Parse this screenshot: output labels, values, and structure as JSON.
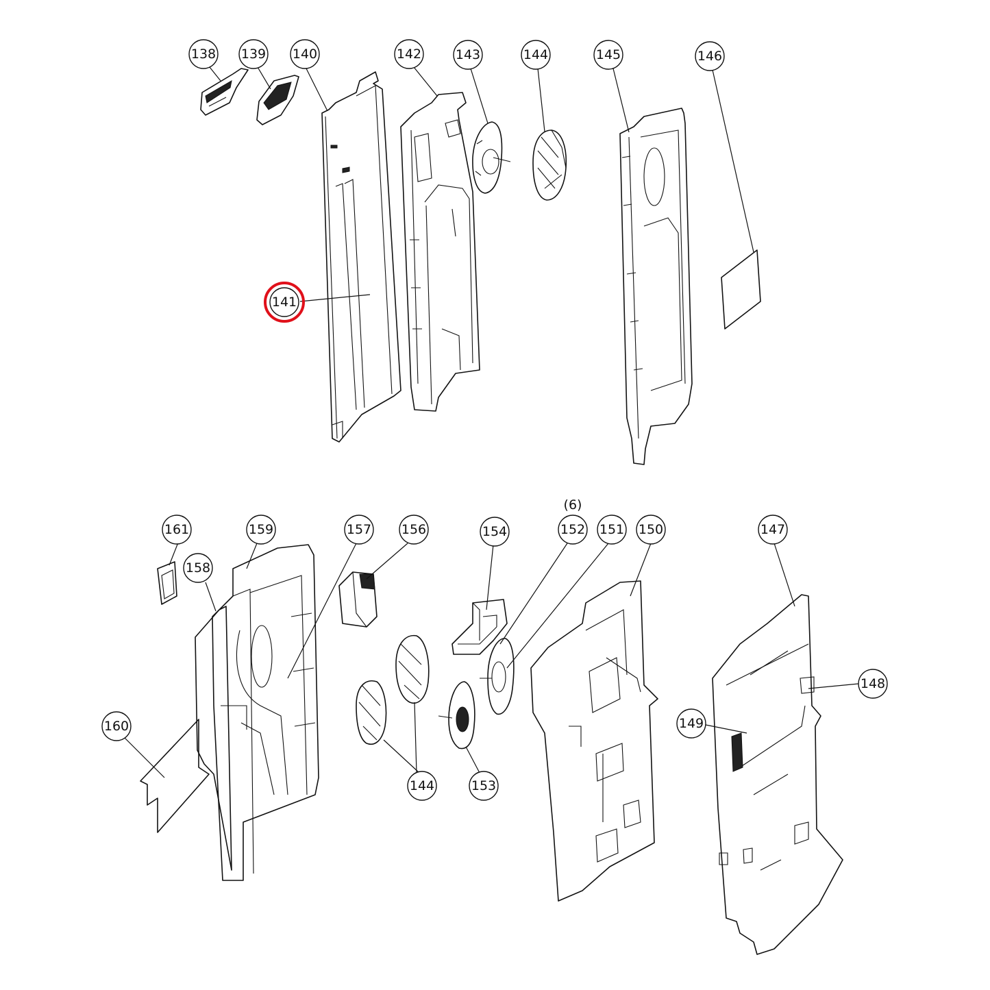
{
  "diagram": {
    "callouts": [
      {
        "id": "c138",
        "label": "138"
      },
      {
        "id": "c139",
        "label": "139"
      },
      {
        "id": "c140",
        "label": "140"
      },
      {
        "id": "c141",
        "label": "141",
        "highlighted": true
      },
      {
        "id": "c142",
        "label": "142"
      },
      {
        "id": "c143",
        "label": "143"
      },
      {
        "id": "c144a",
        "label": "144"
      },
      {
        "id": "c145",
        "label": "145"
      },
      {
        "id": "c146",
        "label": "146"
      },
      {
        "id": "c161",
        "label": "161"
      },
      {
        "id": "c159",
        "label": "159"
      },
      {
        "id": "c158",
        "label": "158"
      },
      {
        "id": "c157",
        "label": "157"
      },
      {
        "id": "c156",
        "label": "156"
      },
      {
        "id": "c154",
        "label": "154"
      },
      {
        "id": "c152",
        "label": "152"
      },
      {
        "id": "c151",
        "label": "151"
      },
      {
        "id": "c150",
        "label": "150"
      },
      {
        "id": "c147",
        "label": "147"
      },
      {
        "id": "c148",
        "label": "148"
      },
      {
        "id": "c149",
        "label": "149"
      },
      {
        "id": "c160",
        "label": "160"
      },
      {
        "id": "c144b",
        "label": "144"
      },
      {
        "id": "c153",
        "label": "153"
      }
    ],
    "quantity_note": "(6)",
    "highlight_color": "#e0101a"
  }
}
